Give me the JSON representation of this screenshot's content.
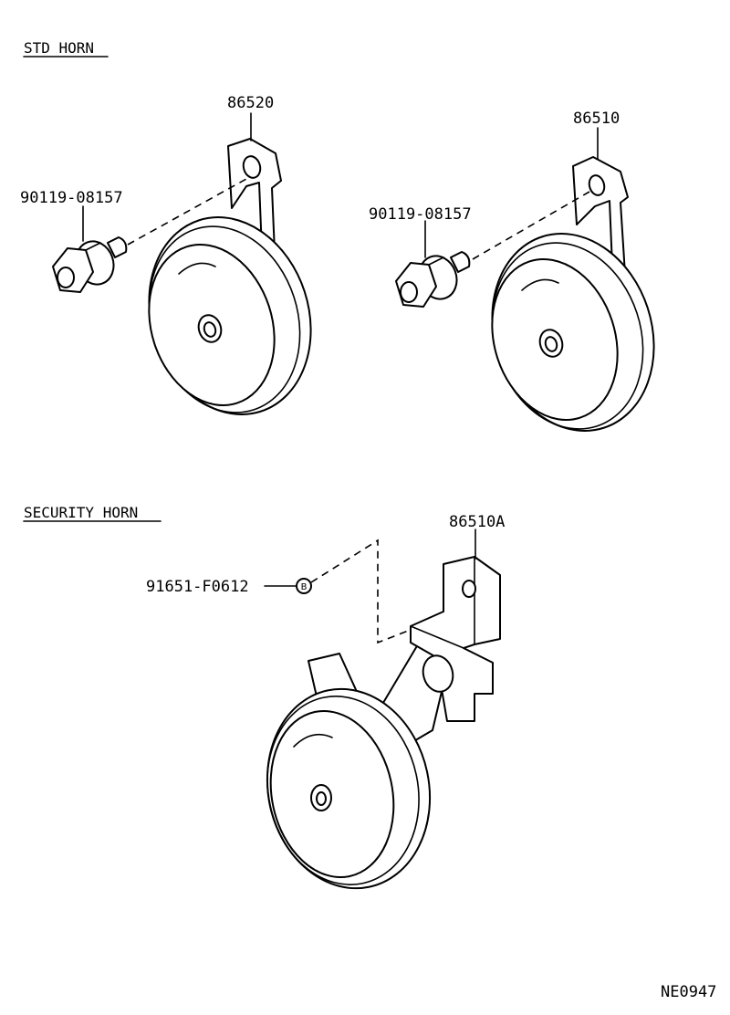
{
  "sections": {
    "std_horn": "STD HORN",
    "security_horn": "SECURITY HORN"
  },
  "parts": {
    "horn_86520": "86520",
    "horn_86510": "86510",
    "bolt_left": "90119-08157",
    "bolt_right": "90119-08157",
    "security_horn": "86510A",
    "security_nut": "91651-F0612"
  },
  "nut_marker": "B",
  "drawing_code": "NE0947"
}
